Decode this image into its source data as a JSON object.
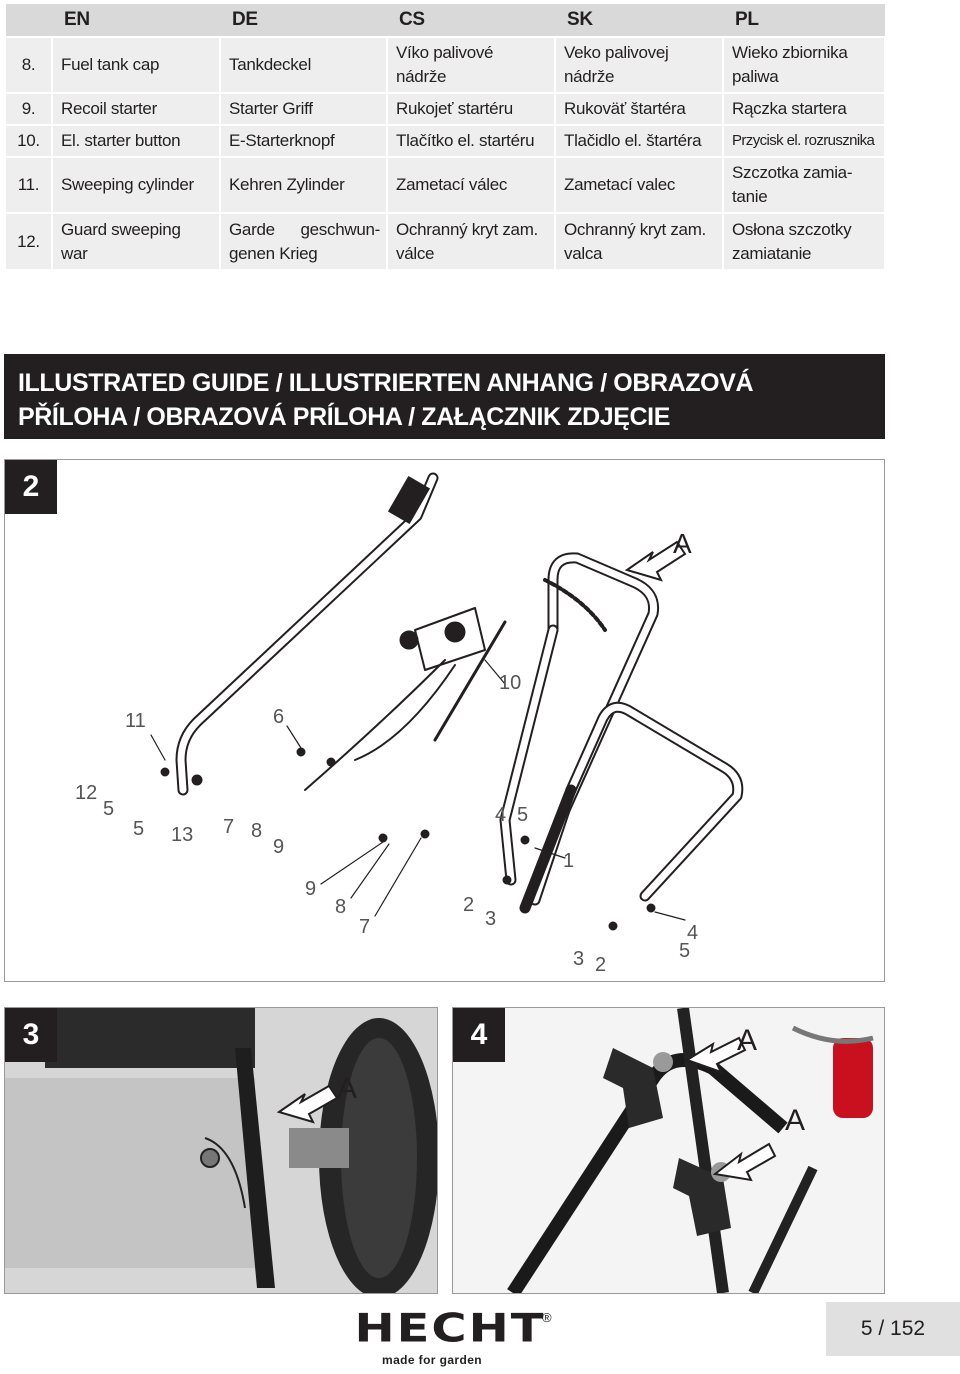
{
  "table": {
    "headers": [
      "EN",
      "DE",
      "CS",
      "SK",
      "PL"
    ],
    "rows": [
      {
        "num": "8.",
        "en": "Fuel tank cap",
        "de": "Tankdeckel",
        "cs": "Víko palivové nádrže",
        "sk": "Veko palivovej nádrže",
        "pl": "Wieko zbiornika paliwa"
      },
      {
        "num": "9.",
        "en": "Recoil starter",
        "de": "Starter Griff",
        "cs": "Rukojeť startéru",
        "sk": "Rukoväť štartéra",
        "pl": "Rączka startera"
      },
      {
        "num": "10.",
        "en": "El. starter button",
        "de": "E-Starterknopf",
        "cs": "Tlačítko el. startéru",
        "sk": "Tlačidlo el. štartéra",
        "pl": "Przycisk el. rozrusznika"
      },
      {
        "num": "11.",
        "en": "Sweeping cylinder",
        "de": "Kehren Zylinder",
        "cs": "Zametací válec",
        "sk": "Zametací valec",
        "pl": "Szczotka zamiatanie"
      },
      {
        "num": "12.",
        "en": "Guard sweeping war",
        "de": "Garde geschwungenen Krieg",
        "cs": "Ochranný kryt zam. válce",
        "sk": "Ochranný kryt zam. valca",
        "pl": "Osłona szczotky zamiatanie"
      }
    ]
  },
  "display": {
    "r8_cs": [
      "Víko palivové",
      "nádrže"
    ],
    "r8_sk": [
      "Veko palivovej",
      "nádrže"
    ],
    "r8_pl": [
      "Wieko zbiornika",
      "paliwa"
    ],
    "r11_pl": [
      "Szczotka zamia-",
      "tanie"
    ],
    "r12_en": [
      "Guard sweeping",
      "war"
    ],
    "r12_de_1a": "Garde",
    "r12_de_1b": "geschwun-",
    "r12_de_2": "genen Krieg",
    "r12_cs": [
      "Ochranný kryt zam.",
      "válce"
    ],
    "r12_sk": [
      "Ochranný kryt zam.",
      "valca"
    ],
    "r12_pl": [
      "Osłona szczotky",
      "zamiatanie"
    ]
  },
  "banner": {
    "line1": "ILLUSTRATED GUIDE / ILLUSTRIERTEN ANHANG / OBRAZOVÁ",
    "line2": "PŘÍLOHA / OBRAZOVÁ PRÍLOHA / ZAŁĄCZNIK ZDJĘCIE"
  },
  "figures": {
    "fig2": {
      "number": "2",
      "arrow_label": "A",
      "callouts": [
        "11",
        "6",
        "10",
        "12",
        "5",
        "5",
        "13",
        "7",
        "8",
        "9",
        "9",
        "8",
        "7",
        "4",
        "5",
        "2",
        "3",
        "1",
        "4",
        "5",
        "3",
        "2"
      ]
    },
    "fig3": {
      "number": "3",
      "arrow_label": "A"
    },
    "fig4": {
      "number": "4",
      "arrow_labels": [
        "A",
        "A"
      ]
    }
  },
  "footer": {
    "brand": "HECHT",
    "registered": "®",
    "tagline": "made for garden",
    "page": "5 / 152"
  }
}
